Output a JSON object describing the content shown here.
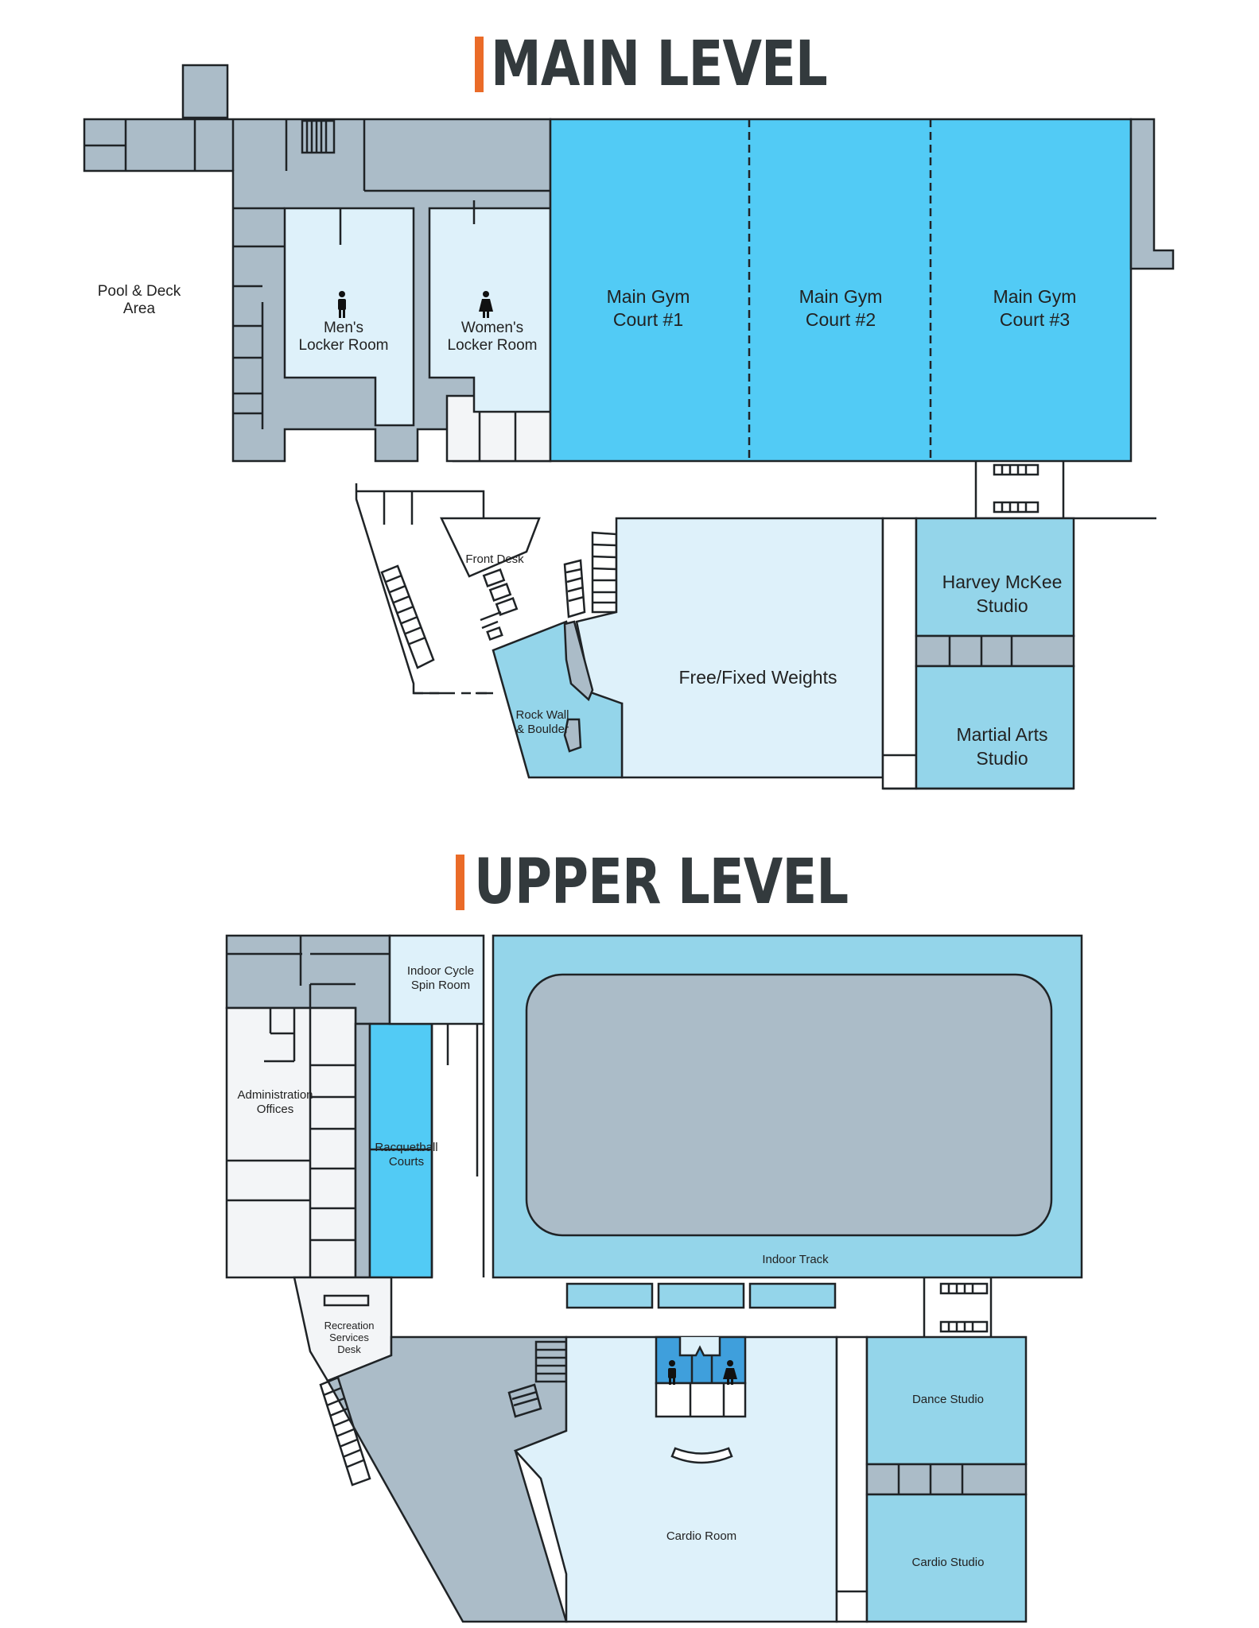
{
  "main_level": {
    "title": "MAIN LEVEL",
    "rooms": {
      "pool": [
        "Pool & Deck",
        "Area"
      ],
      "mens_locker": [
        "Men's",
        "Locker Room"
      ],
      "womens_locker": [
        "Women's",
        "Locker Room"
      ],
      "court1": [
        "Main Gym",
        "Court #1"
      ],
      "court2": [
        "Main Gym",
        "Court #2"
      ],
      "court3": [
        "Main Gym",
        "Court #3"
      ],
      "front_desk": "Front Desk",
      "harvey": [
        "Harvey McKee",
        "Studio"
      ],
      "weights": "Free/Fixed Weights",
      "rock_wall": [
        "Rock Wall",
        "& Boulder"
      ],
      "martial_arts": [
        "Martial Arts",
        "Studio"
      ]
    }
  },
  "upper_level": {
    "title": "UPPER LEVEL",
    "rooms": {
      "cycle": [
        "Indoor Cycle",
        "Spin Room"
      ],
      "admin": [
        "Administration",
        "Offices"
      ],
      "racquetball": [
        "Racquetball",
        "Courts"
      ],
      "track": "Indoor Track",
      "rec_desk": [
        "Recreation",
        "Services",
        "Desk"
      ],
      "dance": "Dance Studio",
      "cardio_room": "Cardio Room",
      "cardio_studio": "Cardio Studio"
    }
  },
  "colors": {
    "accent": "#ea6b28",
    "gray": "#abbcc8",
    "light_blue": "#def1fa",
    "mid_blue": "#94d5ea",
    "bright_blue": "#52cbf5",
    "restroom_blue": "#3f9fdc",
    "outline": "#1f2326"
  }
}
